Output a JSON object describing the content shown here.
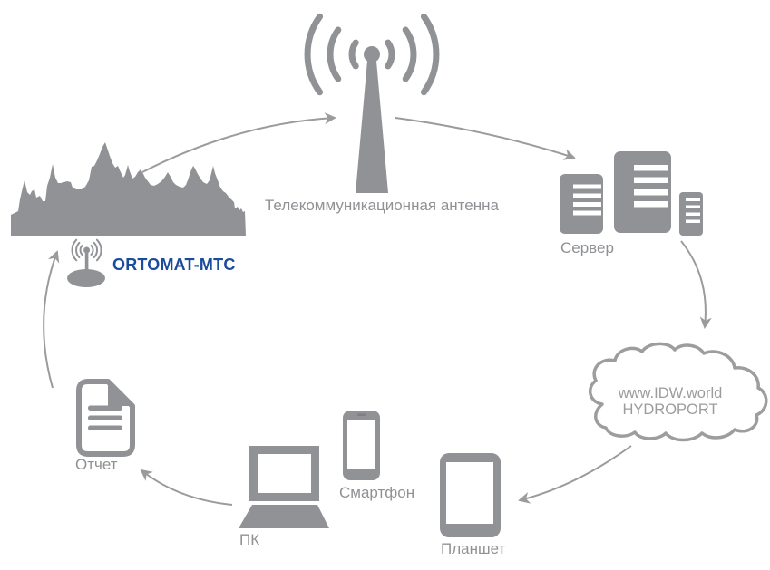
{
  "diagram": {
    "labels": {
      "antenna": "Телекоммуникационная антенна",
      "device": "ORTOMAT-MTC",
      "server": "Сервер",
      "cloud_line1": "www.IDW.world",
      "cloud_line2": "HYDROPORT",
      "tablet": "Планшет",
      "smartphone": "Смартфон",
      "pc": "ПК",
      "report": "Отчет"
    },
    "edges": [
      {
        "from": "city-ortomat",
        "to": "antenna"
      },
      {
        "from": "antenna",
        "to": "server"
      },
      {
        "from": "server",
        "to": "cloud"
      },
      {
        "from": "cloud",
        "to": "tablet"
      },
      {
        "from": "pc",
        "to": "report"
      },
      {
        "from": "report",
        "to": "city-ortomat"
      }
    ],
    "colors": {
      "icon_gray": "#909295",
      "arrow_gray": "#9b9b9b",
      "label_gray": "#8f9194",
      "cloud_text_gray": "#9c9c9c",
      "accent_blue": "#1b4b9d",
      "background": "#ffffff"
    }
  }
}
